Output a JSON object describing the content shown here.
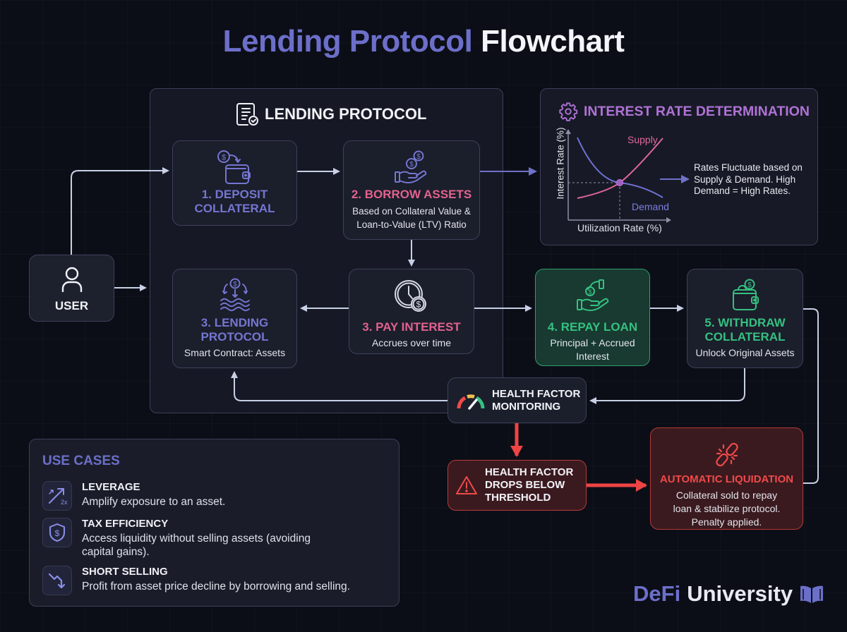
{
  "title": {
    "part1": "Lending Protocol",
    "part2": "Flowchart"
  },
  "lending_panel": {
    "title": "LENDING PROTOCOL"
  },
  "user": {
    "label": "USER"
  },
  "steps": {
    "deposit": {
      "title_l1": "1. DEPOSIT",
      "title_l2": "COLLATERAL"
    },
    "borrow": {
      "title": "2. BORROW ASSETS",
      "desc_l1": "Based on Collateral Value &",
      "desc_l2": "Loan-to-Value (LTV) Ratio"
    },
    "lending": {
      "title_l1": "3. LENDING",
      "title_l2": "PROTOCOL",
      "desc": "Smart Contract: Assets"
    },
    "interest": {
      "title": "3. PAY INTEREST",
      "desc": "Accrues over time"
    },
    "repay": {
      "title": "4. REPAY LOAN",
      "desc_l1": "Principal + Accrued",
      "desc_l2": "Interest"
    },
    "withdraw": {
      "title_l1": "5. WITHDRAW",
      "title_l2": "COLLATERAL",
      "desc": "Unlock Original Assets"
    }
  },
  "interest_rate": {
    "title": "INTEREST RATE DETERMINATION",
    "y_label": "Interest Rate (%)",
    "x_label": "Utilization Rate (%)",
    "supply_label": "Supply",
    "demand_label": "Demand",
    "note_l1": "Rates Fluctuate based on",
    "note_l2": "Supply & Demand. High",
    "note_l3": "Demand = High Rates."
  },
  "health": {
    "title_l1": "HEALTH FACTOR",
    "title_l2": "MONITORING"
  },
  "threshold": {
    "l1": "HEALTH FACTOR",
    "l2": "DROPS BELOW",
    "l3": "THRESHOLD"
  },
  "liquidation": {
    "title": "AUTOMATIC LIQUIDATION",
    "desc_l1": "Collateral sold to repay",
    "desc_l2": "loan & stabilize protocol.",
    "desc_l3": "Penalty applied."
  },
  "use_cases": {
    "title": "USE CASES",
    "items": [
      {
        "icon": "leverage-2x-icon",
        "title": "LEVERAGE",
        "desc_l1": "Amplify exposure to an asset.",
        "desc_l2": ""
      },
      {
        "icon": "shield-dollar-icon",
        "title": "TAX EFFICIENCY",
        "desc_l1": "Access liquidity without selling assets (avoiding",
        "desc_l2": "capital gains)."
      },
      {
        "icon": "trend-down-icon",
        "title": "SHORT SELLING",
        "desc_l1": "Profit from asset price decline by borrowing and selling.",
        "desc_l2": ""
      }
    ]
  },
  "brand": {
    "part1": "DeFi",
    "part2": "University"
  },
  "colors": {
    "purple": "#7476d0",
    "pink": "#e2628e",
    "green": "#35c081",
    "red": "#ef4a4a",
    "background": "#0c0e17"
  }
}
